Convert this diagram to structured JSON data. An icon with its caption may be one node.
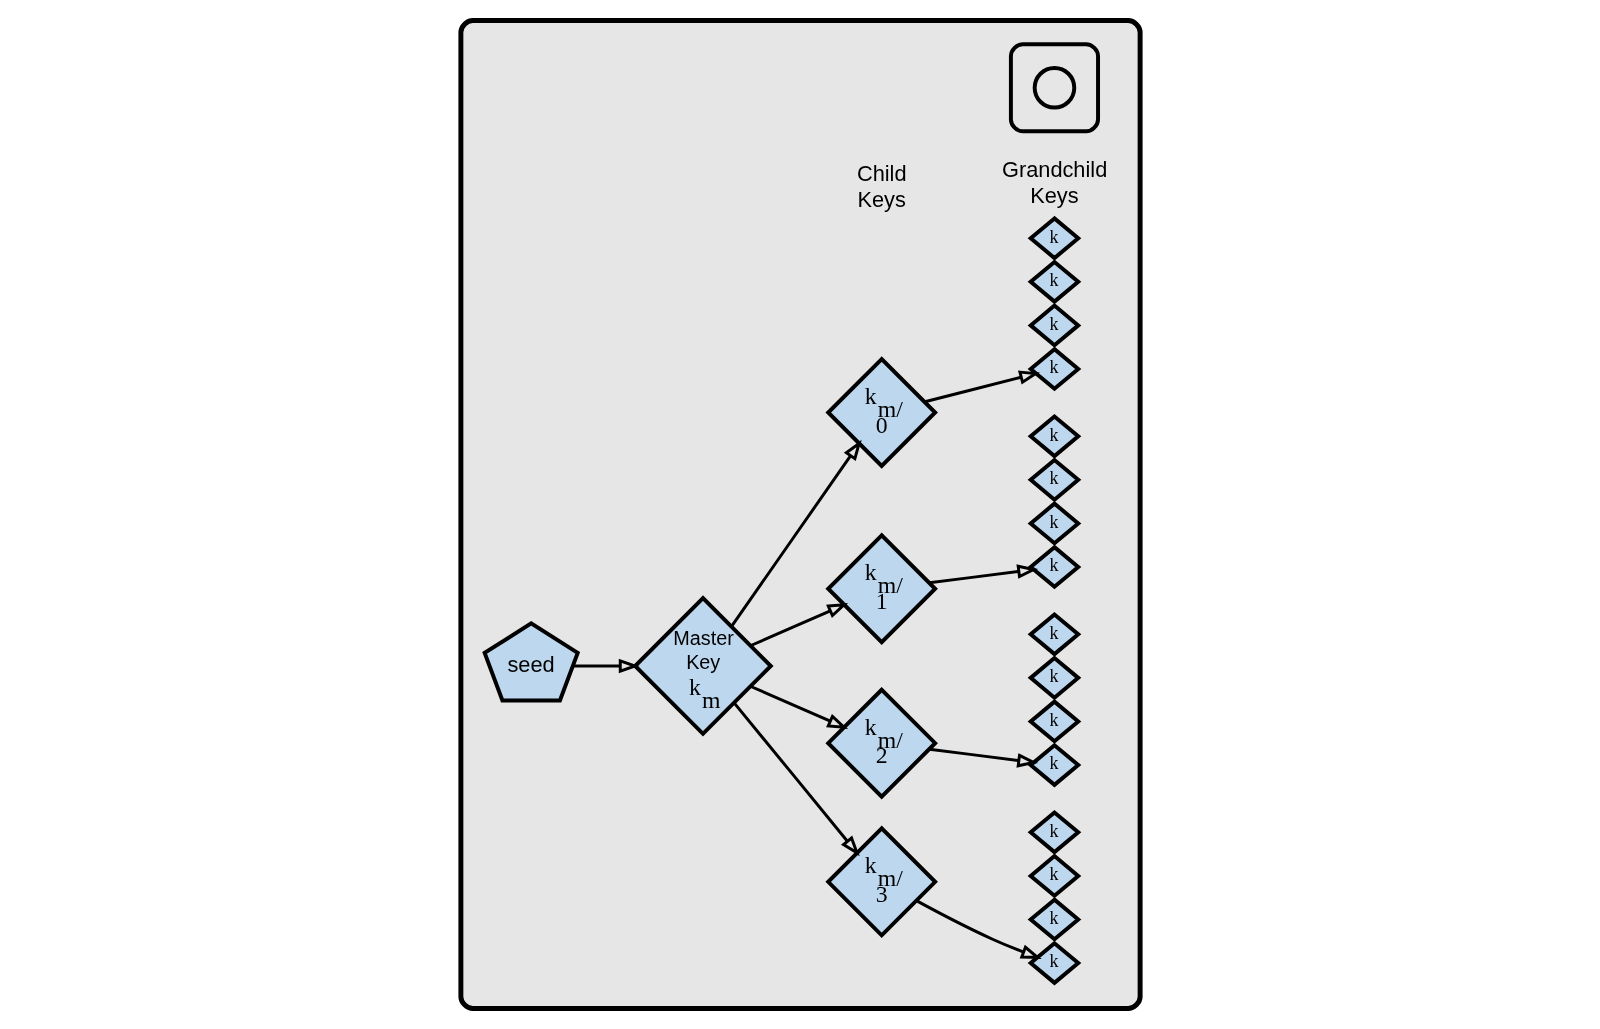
{
  "diagram": {
    "nodes": [
      {
        "text": [],
        "shape": "box"
      },
      {
        "text": [
          "seed"
        ],
        "in": 0
      },
      {
        "text": [
          "Master Key",
          "k$_{m}$"
        ],
        "in": 0
      },
      {
        "text": [
          "k$_{m/}$ 0"
        ],
        "in": 0
      },
      {
        "text": [
          "k$_{m/}$ 1"
        ],
        "in": 0
      },
      {
        "text": [
          "k$_{m/}$ 2"
        ],
        "in": 0
      },
      {
        "text": [
          "k$_{m/}$ 3"
        ],
        "in": 0
      },
      {
        "text": [
          "k"
        ],
        "in": 0
      },
      {
        "text": [
          "k"
        ],
        "in": 0
      },
      {
        "text": [
          "k"
        ],
        "in": 0
      },
      {
        "text": [
          "k"
        ],
        "in": 0
      },
      {
        "text": [
          "k"
        ],
        "in": 0
      },
      {
        "text": [
          "k"
        ],
        "in": 0
      },
      {
        "text": [
          "k"
        ],
        "in": 0
      },
      {
        "text": [
          "k"
        ],
        "in": 0
      },
      {
        "text": [
          "k"
        ],
        "in": 0
      },
      {
        "text": [
          "k"
        ],
        "in": 0
      },
      {
        "text": [
          "k"
        ],
        "in": 0
      },
      {
        "text": [
          "k"
        ],
        "in": 0
      },
      {
        "text": [
          "k"
        ],
        "in": 0
      },
      {
        "text": [
          "k"
        ],
        "in": 0
      },
      {
        "text": [
          "k"
        ],
        "in": 0
      },
      {
        "text": [
          "k"
        ],
        "in": 0
      },
      {
        "text": [],
        "shape": "box",
        "in": 0
      },
      {
        "text": [],
        "shape": "circle",
        "in": 23
      }
    ],
    "edges": [
      {
        "from": 1,
        "to": 2,
        "arrow": "to"
      },
      {
        "from": 2,
        "to": 3,
        "arrow": "to"
      },
      {
        "from": 2,
        "to": 4,
        "arrow": "to"
      },
      {
        "from": 2,
        "to": 5,
        "arrow": "to"
      },
      {
        "from": 2,
        "to": 6,
        "arrow": "to"
      },
      {
        "from": 3,
        "to": 7,
        "arrow": "to"
      },
      {
        "from": 4,
        "to": 11,
        "arrow": "to"
      },
      {
        "from": 5,
        "to": 15,
        "arrow": "to"
      },
      {
        "from": 6,
        "to": 19,
        "arrow": "to"
      }
    ],
    "labels": [
      "Child Keys",
      "Grandchild Keys"
    ]
  }
}
